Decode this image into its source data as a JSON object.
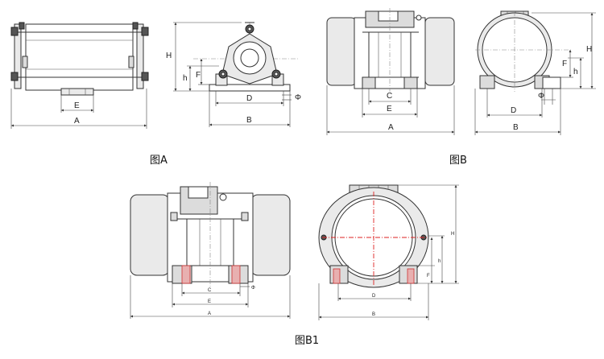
{
  "figures": {
    "a": {
      "caption": "图A",
      "labels": {
        "A": "A",
        "E": "E",
        "H": "H",
        "h": "h",
        "F": "F",
        "D": "D",
        "B": "B",
        "phi": "Φ"
      }
    },
    "b": {
      "caption": "图B",
      "labels": {
        "C": "C",
        "E": "E",
        "A": "A",
        "H": "H",
        "F": "F",
        "h": "h",
        "D": "D",
        "B": "B",
        "phi": "Φ"
      }
    },
    "b1": {
      "caption": "图B1",
      "labels": {
        "C": "C",
        "E": "E",
        "A": "A",
        "H": "H",
        "h": "h",
        "F": "F",
        "D": "D",
        "B": "B",
        "phi": "Φ"
      }
    }
  }
}
